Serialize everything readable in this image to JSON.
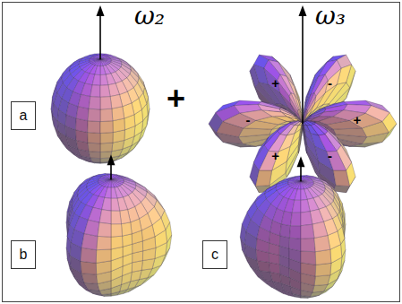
{
  "diagram": {
    "nodes": [
      {
        "text": [
          "a"
        ]
      },
      {
        "text": [
          "b"
        ]
      },
      {
        "text": [
          "c"
        ]
      }
    ],
    "labels": [
      "ω₂",
      "ω₃",
      "+",
      "+",
      "-",
      "-",
      "+",
      "+",
      "-"
    ]
  }
}
